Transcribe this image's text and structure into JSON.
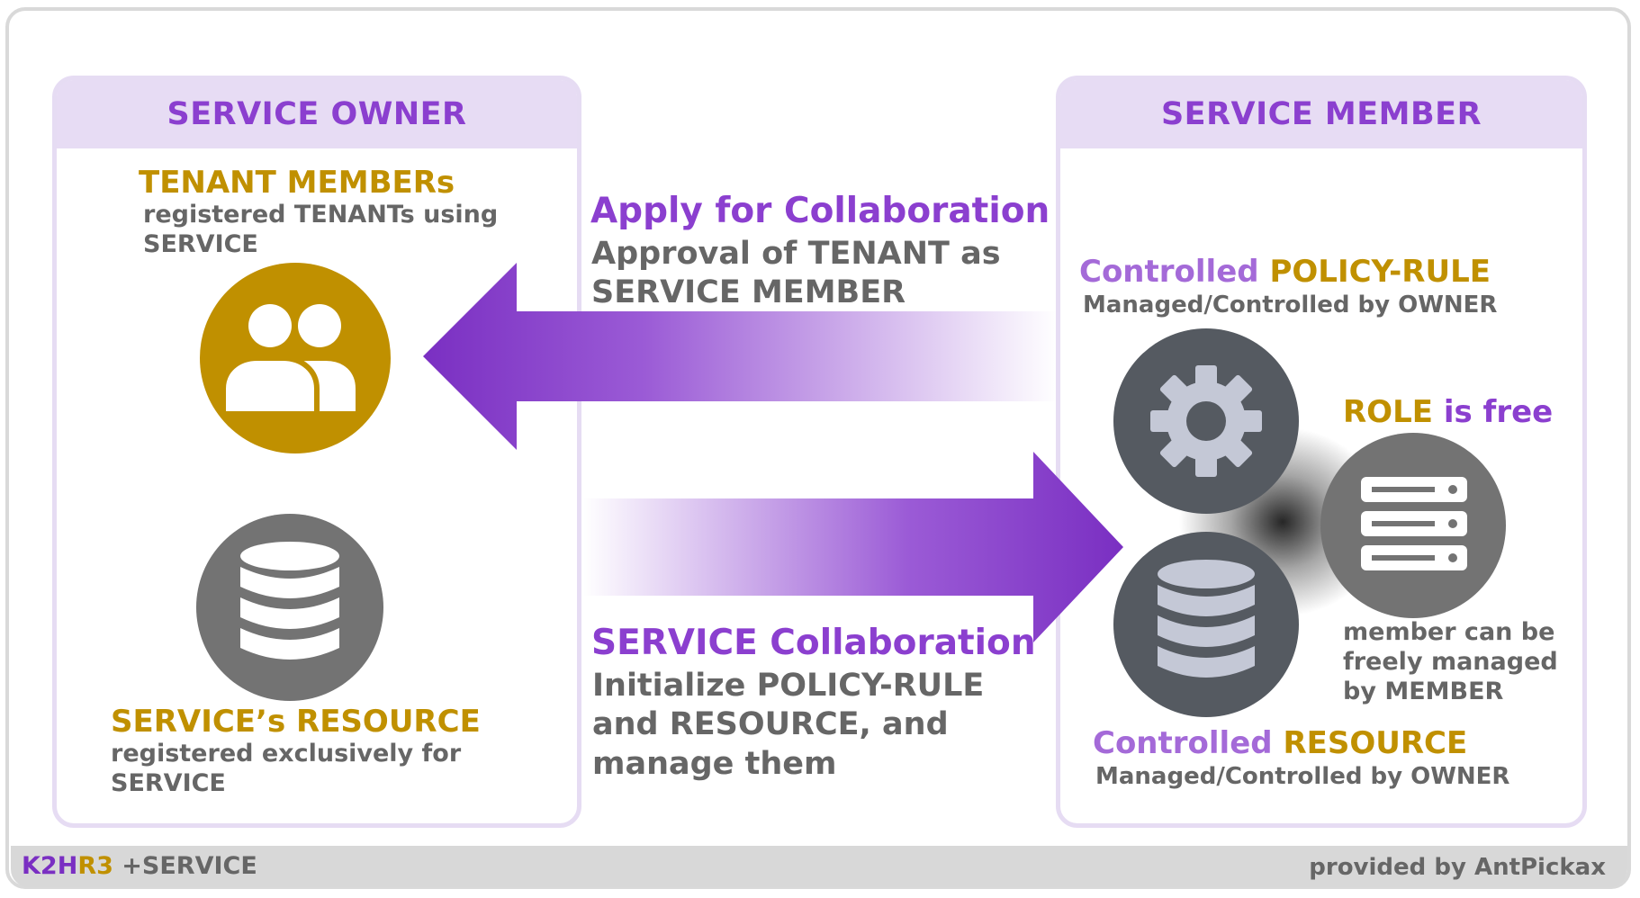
{
  "owner": {
    "header": "SERVICE OWNER",
    "tenant_title": "TENANT MEMBERs",
    "tenant_desc_1": "registered TENANTs using",
    "tenant_desc_2": "SERVICE",
    "resource_title": "SERVICE’s RESOURCE",
    "resource_desc_1": "registered exclusively for",
    "resource_desc_2": "SERVICE"
  },
  "member": {
    "header": "SERVICE MEMBER",
    "policy_prefix": "Controlled",
    "policy_name": "POLICY-RULE",
    "policy_desc": "Managed/Controlled by OWNER",
    "role_name": "ROLE",
    "role_suffix": "is free",
    "role_desc_1": "member can be",
    "role_desc_2": "freely managed",
    "role_desc_3": "by MEMBER",
    "resource_prefix": "Controlled",
    "resource_name": "RESOURCE",
    "resource_desc": "Managed/Controlled by OWNER"
  },
  "flows": {
    "apply_title": "Apply for Collaboration",
    "apply_desc_1": "Approval of TENANT as",
    "apply_desc_2": "SERVICE MEMBER",
    "collab_title": "SERVICE Collaboration",
    "collab_desc_1": "Initialize POLICY-RULE",
    "collab_desc_2": "and RESOURCE, and",
    "collab_desc_3": "manage them"
  },
  "footer": {
    "brand_k": "K2H",
    "brand_r": "R3",
    "brand_suffix": "+SERVICE",
    "credit": "provided by AntPickax"
  },
  "colors": {
    "purple": "#8b3fcf",
    "gold": "#c09000",
    "grey_text": "#666666",
    "dark_icon": "#555a61",
    "light_icon": "#c4c8d6"
  },
  "icons": [
    "users-icon",
    "database-icon",
    "gear-icon",
    "server-icon"
  ]
}
